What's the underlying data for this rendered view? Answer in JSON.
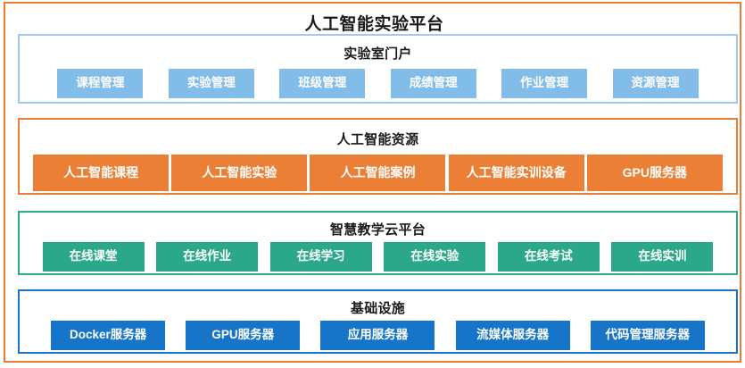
{
  "diagram": {
    "title": "人工智能实验平台",
    "layers": [
      {
        "id": "portal",
        "title": "实验室门户",
        "accent": "#82BCE9",
        "border": "#9DC9EE",
        "items": [
          "课程管理",
          "实验管理",
          "班级管理",
          "成绩管理",
          "作业管理",
          "资源管理"
        ]
      },
      {
        "id": "resource",
        "title": "人工智能资源",
        "accent": "#EA7F35",
        "border": "#E87D33",
        "items": [
          "人工智能课程",
          "人工智能实验",
          "人工智能案例",
          "人工智能实训设备",
          "GPU服务器"
        ]
      },
      {
        "id": "cloud",
        "title": "智慧教学云平台",
        "accent": "#2BA88A",
        "border": "#2BA88A",
        "items": [
          "在线课堂",
          "在线作业",
          "在线学习",
          "在线实验",
          "在线考试",
          "在线实训"
        ]
      },
      {
        "id": "infra",
        "title": "基础设施",
        "accent": "#1675C8",
        "border": "#1675C8",
        "items": [
          "Docker服务器",
          "GPU服务器",
          "应用服务器",
          "流媒体服务器",
          "代码管理服务器"
        ]
      }
    ],
    "frame_color": "#E87D33"
  }
}
